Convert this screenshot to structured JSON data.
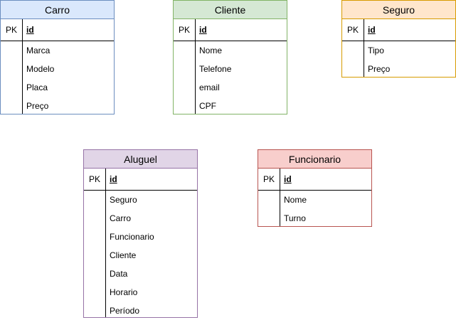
{
  "entities": {
    "carro": {
      "title": "Carro",
      "pk_label": "PK",
      "pk_field": "id",
      "fields": [
        "Marca",
        "Modelo",
        "Placa",
        "Preço"
      ],
      "header_color": "#dae8fc",
      "border_color": "#6c8ebf"
    },
    "cliente": {
      "title": "Cliente",
      "pk_label": "PK",
      "pk_field": "id",
      "fields": [
        "Nome",
        "Telefone",
        "email",
        "CPF"
      ],
      "header_color": "#d5e8d4",
      "border_color": "#82b366"
    },
    "seguro": {
      "title": "Seguro",
      "pk_label": "PK",
      "pk_field": "id",
      "fields": [
        "Tipo",
        "Preço"
      ],
      "header_color": "#ffe6cc",
      "border_color": "#d79b00"
    },
    "aluguel": {
      "title": "Aluguel",
      "pk_label": "PK",
      "pk_field": "id",
      "fields": [
        "Seguro",
        "Carro",
        "Funcionario",
        "Cliente",
        "Data",
        "Horario",
        "Período"
      ],
      "header_color": "#e1d5e7",
      "border_color": "#9673a6"
    },
    "funcionario": {
      "title": "Funcionario",
      "pk_label": "PK",
      "pk_field": "id",
      "fields": [
        "Nome",
        "Turno"
      ],
      "header_color": "#f8cecc",
      "border_color": "#b85450"
    }
  }
}
